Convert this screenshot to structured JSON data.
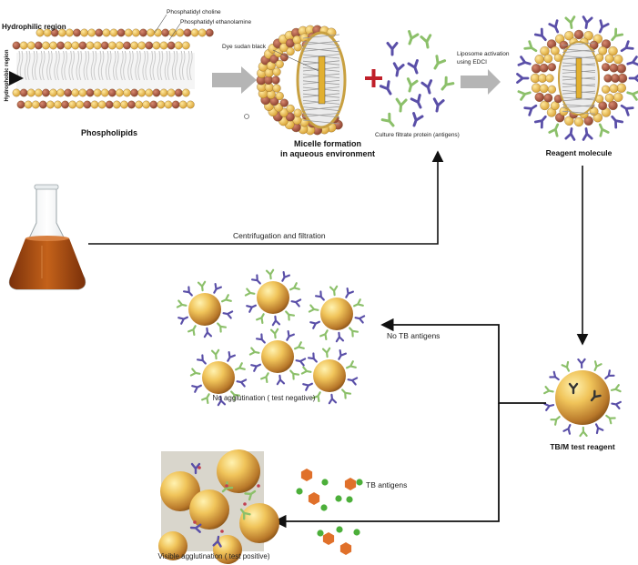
{
  "labels": {
    "hydrophilic_region": "Hydrophilic region",
    "hydrophobic_region": "Hydrophobic region",
    "phosphatidyl_choline": "Phosphatidyl choline",
    "phosphatidyl_ethanolamine": "Phosphatidyl ethanolamine",
    "phospholipids": "Phospholipids",
    "dye_sudan_black": "Dye sudan black",
    "micelle_formation": "Micelle formation",
    "aqueous_environment": "in aqueous environment",
    "culture_filtrate_protein": "Culture filtrate protein (antigens)",
    "liposome_activation": "Liposome activation",
    "using_edci": "using EDCI",
    "reagent_molecule": "Reagent molecule",
    "centrifugation_filtration": "Centrifugation and filtration",
    "no_tb_antigens": "No TB antigens",
    "no_agglutination": "No agglutination ( test negative)",
    "tbm_test_reagent": "TB/M test reagent",
    "tb_antigens": "TB antigens",
    "visible_agglutination": "Visible agglutination ( test positive)"
  },
  "colors": {
    "head_yellow": "#e8b94a",
    "head_brown": "#a0523f",
    "antibody_purple": "#5a4fa8",
    "antibody_green": "#8cc06a",
    "antigen_orange": "#e0702a",
    "antigen_green": "#4caf3a",
    "plus_red": "#c0202a",
    "arrow_gray": "#b0b0b0",
    "flask_liquid": "#b8500e"
  }
}
